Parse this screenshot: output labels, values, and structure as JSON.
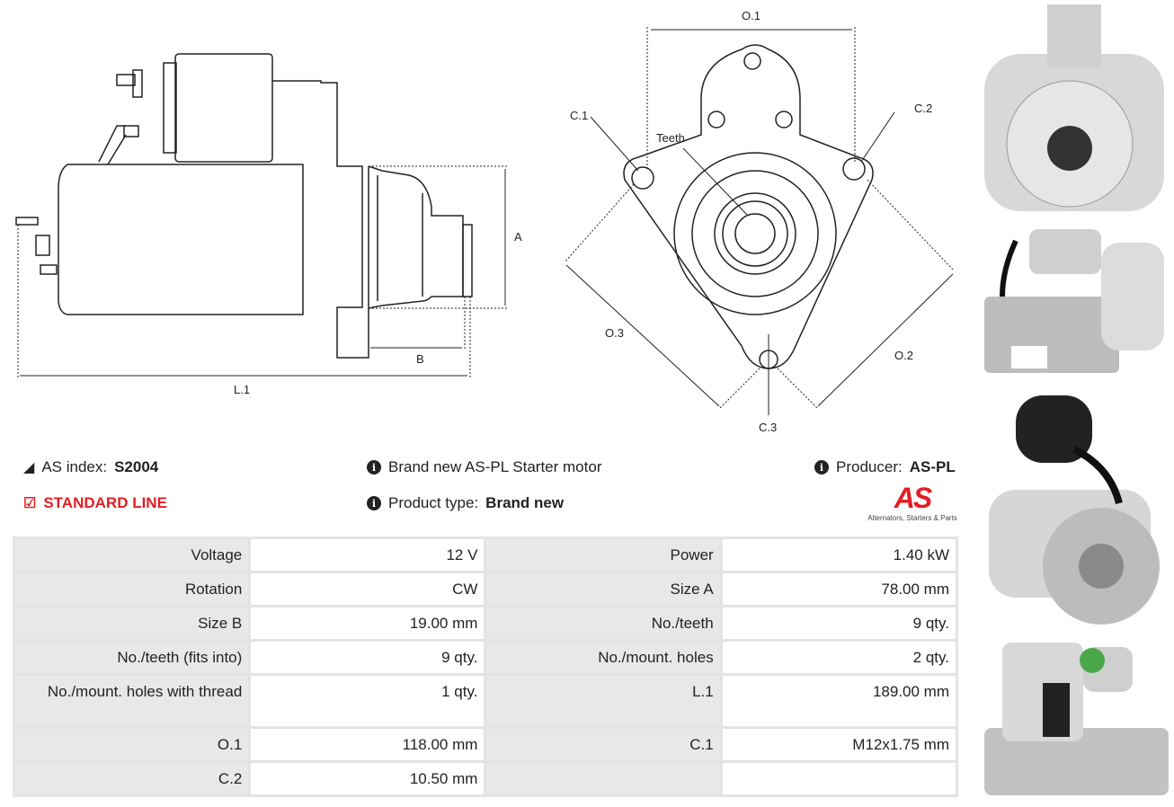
{
  "drawing": {
    "side_labels": {
      "a": "A",
      "b": "B",
      "l1": "L.1"
    },
    "front_labels": {
      "o1": "O.1",
      "o2": "O.2",
      "o3": "O.3",
      "c1": "C.1",
      "c2": "C.2",
      "c3": "C.3",
      "teeth": "Teeth"
    }
  },
  "info": {
    "as_index_label": "AS index:",
    "as_index_value": "S2004",
    "line": "STANDARD LINE",
    "description": "Brand new AS-PL Starter motor",
    "product_type_label": "Product type:",
    "product_type_value": "Brand new",
    "producer_label": "Producer:",
    "producer_value": "AS-PL",
    "logo_text": "AS",
    "logo_tagline": "Alternators, Starters & Parts"
  },
  "specs": [
    [
      "Voltage",
      "12 V",
      "Power",
      "1.40 kW"
    ],
    [
      "Rotation",
      "CW",
      "Size A",
      "78.00 mm"
    ],
    [
      "Size B",
      "19.00 mm",
      "No./teeth",
      "9 qty."
    ],
    [
      "No./teeth (fits into)",
      "9 qty.",
      "No./mount. holes",
      "2 qty."
    ],
    [
      "No./mount. holes with thread",
      "1 qty.",
      "L.1",
      "189.00 mm"
    ],
    [
      "O.1",
      "118.00 mm",
      "C.1",
      "M12x1.75 mm"
    ],
    [
      "C.2",
      "10.50 mm",
      "",
      ""
    ]
  ],
  "colors": {
    "accent": "#e31e24",
    "table_key_bg": "#e8e8e8",
    "border": "#e4e4e4"
  }
}
